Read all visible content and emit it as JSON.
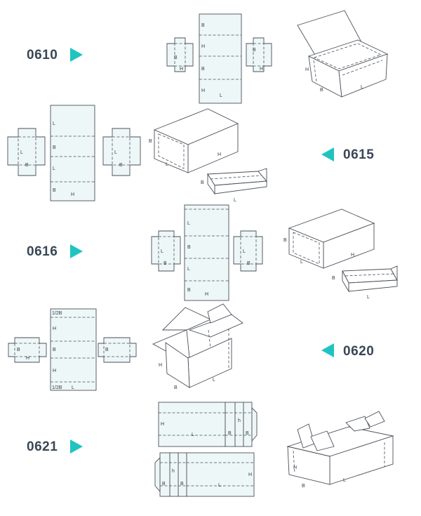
{
  "styles": [
    {
      "code": "0610",
      "arrow": "right"
    },
    {
      "code": "0615",
      "arrow": "left"
    },
    {
      "code": "0616",
      "arrow": "right"
    },
    {
      "code": "0620",
      "arrow": "left"
    },
    {
      "code": "0621",
      "arrow": "right"
    }
  ],
  "labels": {
    "B": "B",
    "H": "H",
    "L": "L",
    "h": "h",
    "half_b": "1/2B"
  },
  "colors": {
    "accent": "#1fc4c0",
    "panel_fill": "#eef7f8",
    "line": "#4a4f58",
    "code_text": "#3a4656"
  }
}
